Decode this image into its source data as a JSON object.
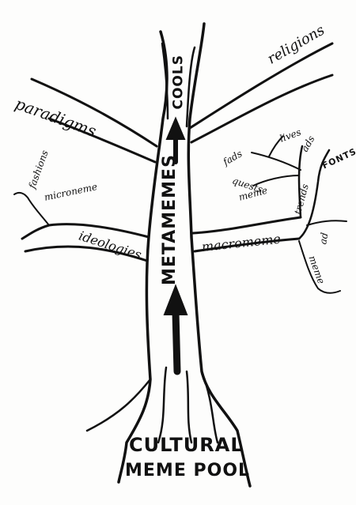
{
  "labels": {
    "trunk": "METAMEMES",
    "top_branch": "COOLS",
    "root_pool_line1": "CULTURAL",
    "root_pool_line2": "MEME POOL",
    "upper_left_branch": "paradigms",
    "upper_right_branch": "religions",
    "lower_left_branch": "ideologies",
    "lower_right_branch": "macromeme",
    "small_left_1": "fashions",
    "small_left_2": "microneme",
    "right_fads": "fads",
    "right_quests": "quests",
    "right_meme": "meme",
    "right_lives": "lives",
    "right_ads": "ads",
    "right_fonts": "FONTS",
    "right_trends": "trends",
    "right_ad": "ad",
    "right_meme_low": "meme"
  },
  "colors": {
    "ink": "#111111",
    "paper": "#fdfdfc"
  }
}
